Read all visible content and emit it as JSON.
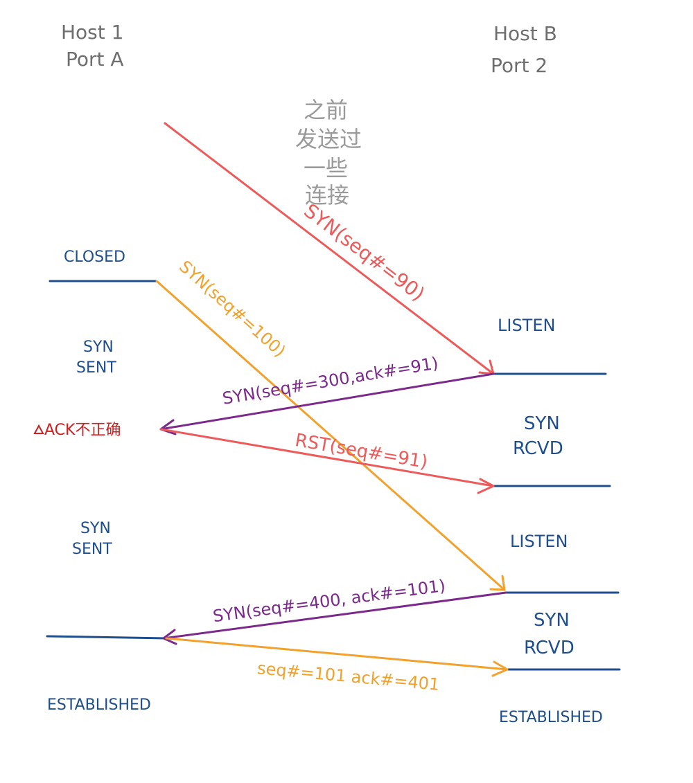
{
  "colors": {
    "host_header": "#6e6e6e",
    "note": "#9a9a9a",
    "state": "#1f4e8c",
    "red": "#ec5a5a",
    "purple": "#7b2a8c",
    "orange": "#f1a12c",
    "warning": "#cc1f1f"
  },
  "hosts": {
    "left": {
      "line1": "Host 1",
      "line2": "Port A"
    },
    "right": {
      "line1": "Host B",
      "line2": "Port 2"
    }
  },
  "note": {
    "lines": [
      "之前",
      "发送过",
      "一些",
      "连接"
    ]
  },
  "left_states": {
    "closed": "CLOSED",
    "syn_sent_1": [
      "SYN",
      "SENT"
    ],
    "warning": "ACK不正确",
    "syn_sent_2": [
      "SYN",
      "SENT"
    ],
    "established": "ESTABLISHED"
  },
  "right_states": {
    "listen_1": "LISTEN",
    "syn_rcvd_1": [
      "SYN",
      "RCVD"
    ],
    "listen_2": "LISTEN",
    "syn_rcvd_2": [
      "SYN",
      "RCVD"
    ],
    "established": "ESTABLISHED"
  },
  "messages": {
    "old_syn": "SYN(seq#=90)",
    "syn_100": "SYN(seq#=100)",
    "syn_ack_300": "SYN(seq#=300,ack#=91)",
    "rst": "RST(seq#=91)",
    "syn_ack_400": "SYN(seq#=400, ack#=101)",
    "final_ack": "seq#=101 ack#=401"
  }
}
